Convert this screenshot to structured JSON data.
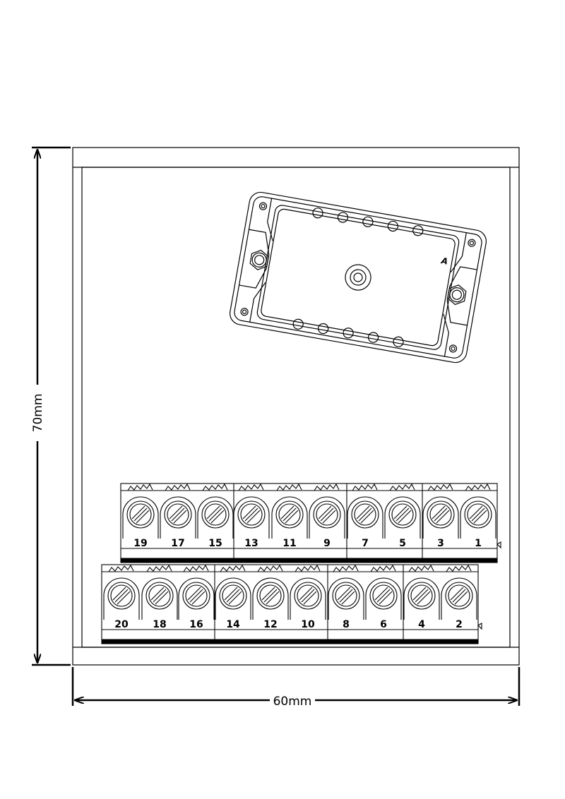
{
  "dimensions": {
    "height_label": "70mm",
    "width_label": "60mm"
  },
  "connector": {
    "marker": "A"
  },
  "terminals": {
    "top_row": [
      "19",
      "17",
      "15",
      "13",
      "11",
      "9",
      "7",
      "5",
      "3",
      "1"
    ],
    "bottom_row": [
      "20",
      "18",
      "16",
      "14",
      "12",
      "10",
      "8",
      "6",
      "4",
      "2"
    ]
  }
}
